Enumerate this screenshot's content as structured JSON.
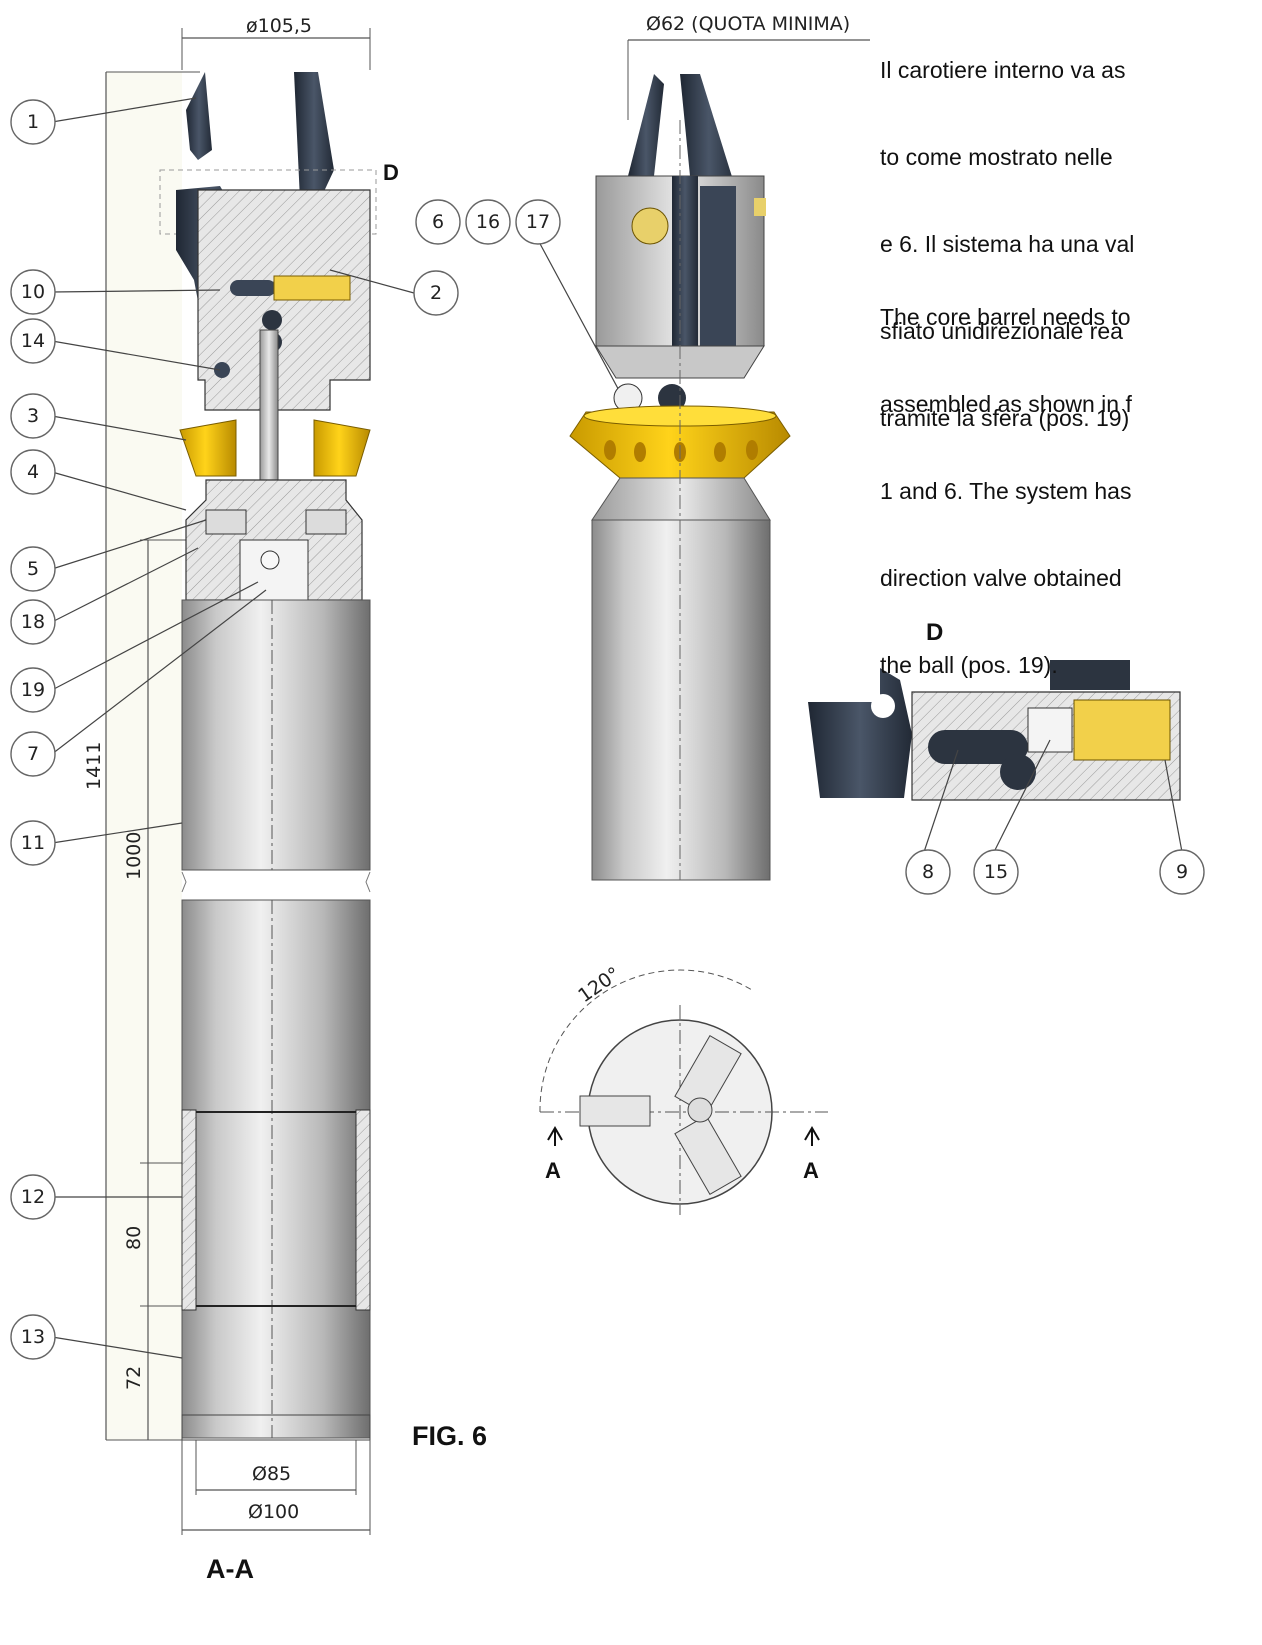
{
  "dimensions": {
    "top_diameter": "ø105,5",
    "inner_min": "Ø62 (QUOTA MINIMA)",
    "total_length": "1411",
    "tube_length": "1000",
    "section_80": "80",
    "section_72": "72",
    "bottom_inner": "Ø85",
    "bottom_outer": "Ø100",
    "angle": "120°"
  },
  "labels": {
    "detail": "D",
    "detail_view": "D",
    "section_a_left": "A",
    "section_a_right": "A",
    "section_name": "A-A",
    "figure": "FIG. 6"
  },
  "callouts": {
    "left": [
      "1",
      "10",
      "14",
      "3",
      "4",
      "5",
      "18",
      "19",
      "7",
      "11",
      "12",
      "13"
    ],
    "right_side": [
      "2"
    ],
    "top_row": [
      "6",
      "16",
      "17"
    ],
    "detail": [
      "8",
      "15",
      "9"
    ]
  },
  "text": {
    "italian": [
      "Il carotiere interno va as",
      "to come mostrato nelle",
      "e 6. Il sistema ha una val",
      "sfiato unidirezionale rea",
      "tramite la sfera (pos. 19)"
    ],
    "english": [
      "The core barrel needs to",
      "assembled as shown in f",
      "1 and 6. The system has",
      "direction valve obtained",
      "the ball (pos. 19)."
    ]
  },
  "colors": {
    "steel_dark": "#2f3a4a",
    "steel_light": "#d4d4d4",
    "brass": "#f2c200",
    "background": "#ffffff"
  }
}
